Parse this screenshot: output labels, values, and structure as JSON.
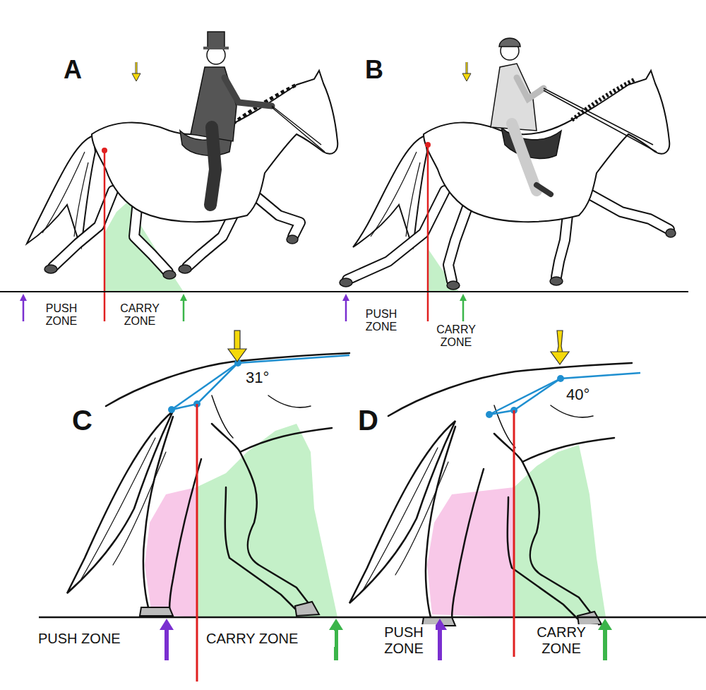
{
  "diagram": {
    "labels": [
      "A",
      "B",
      "PUSH ZONE",
      "CARRY ZONE",
      "PUSH ZONE",
      "CARRY ZONE",
      "C",
      "31°",
      "PUSH ZONE",
      "CARRY ZONE",
      "D",
      "40°",
      "PUSH ZONE",
      "CARRY ZONE"
    ]
  }
}
